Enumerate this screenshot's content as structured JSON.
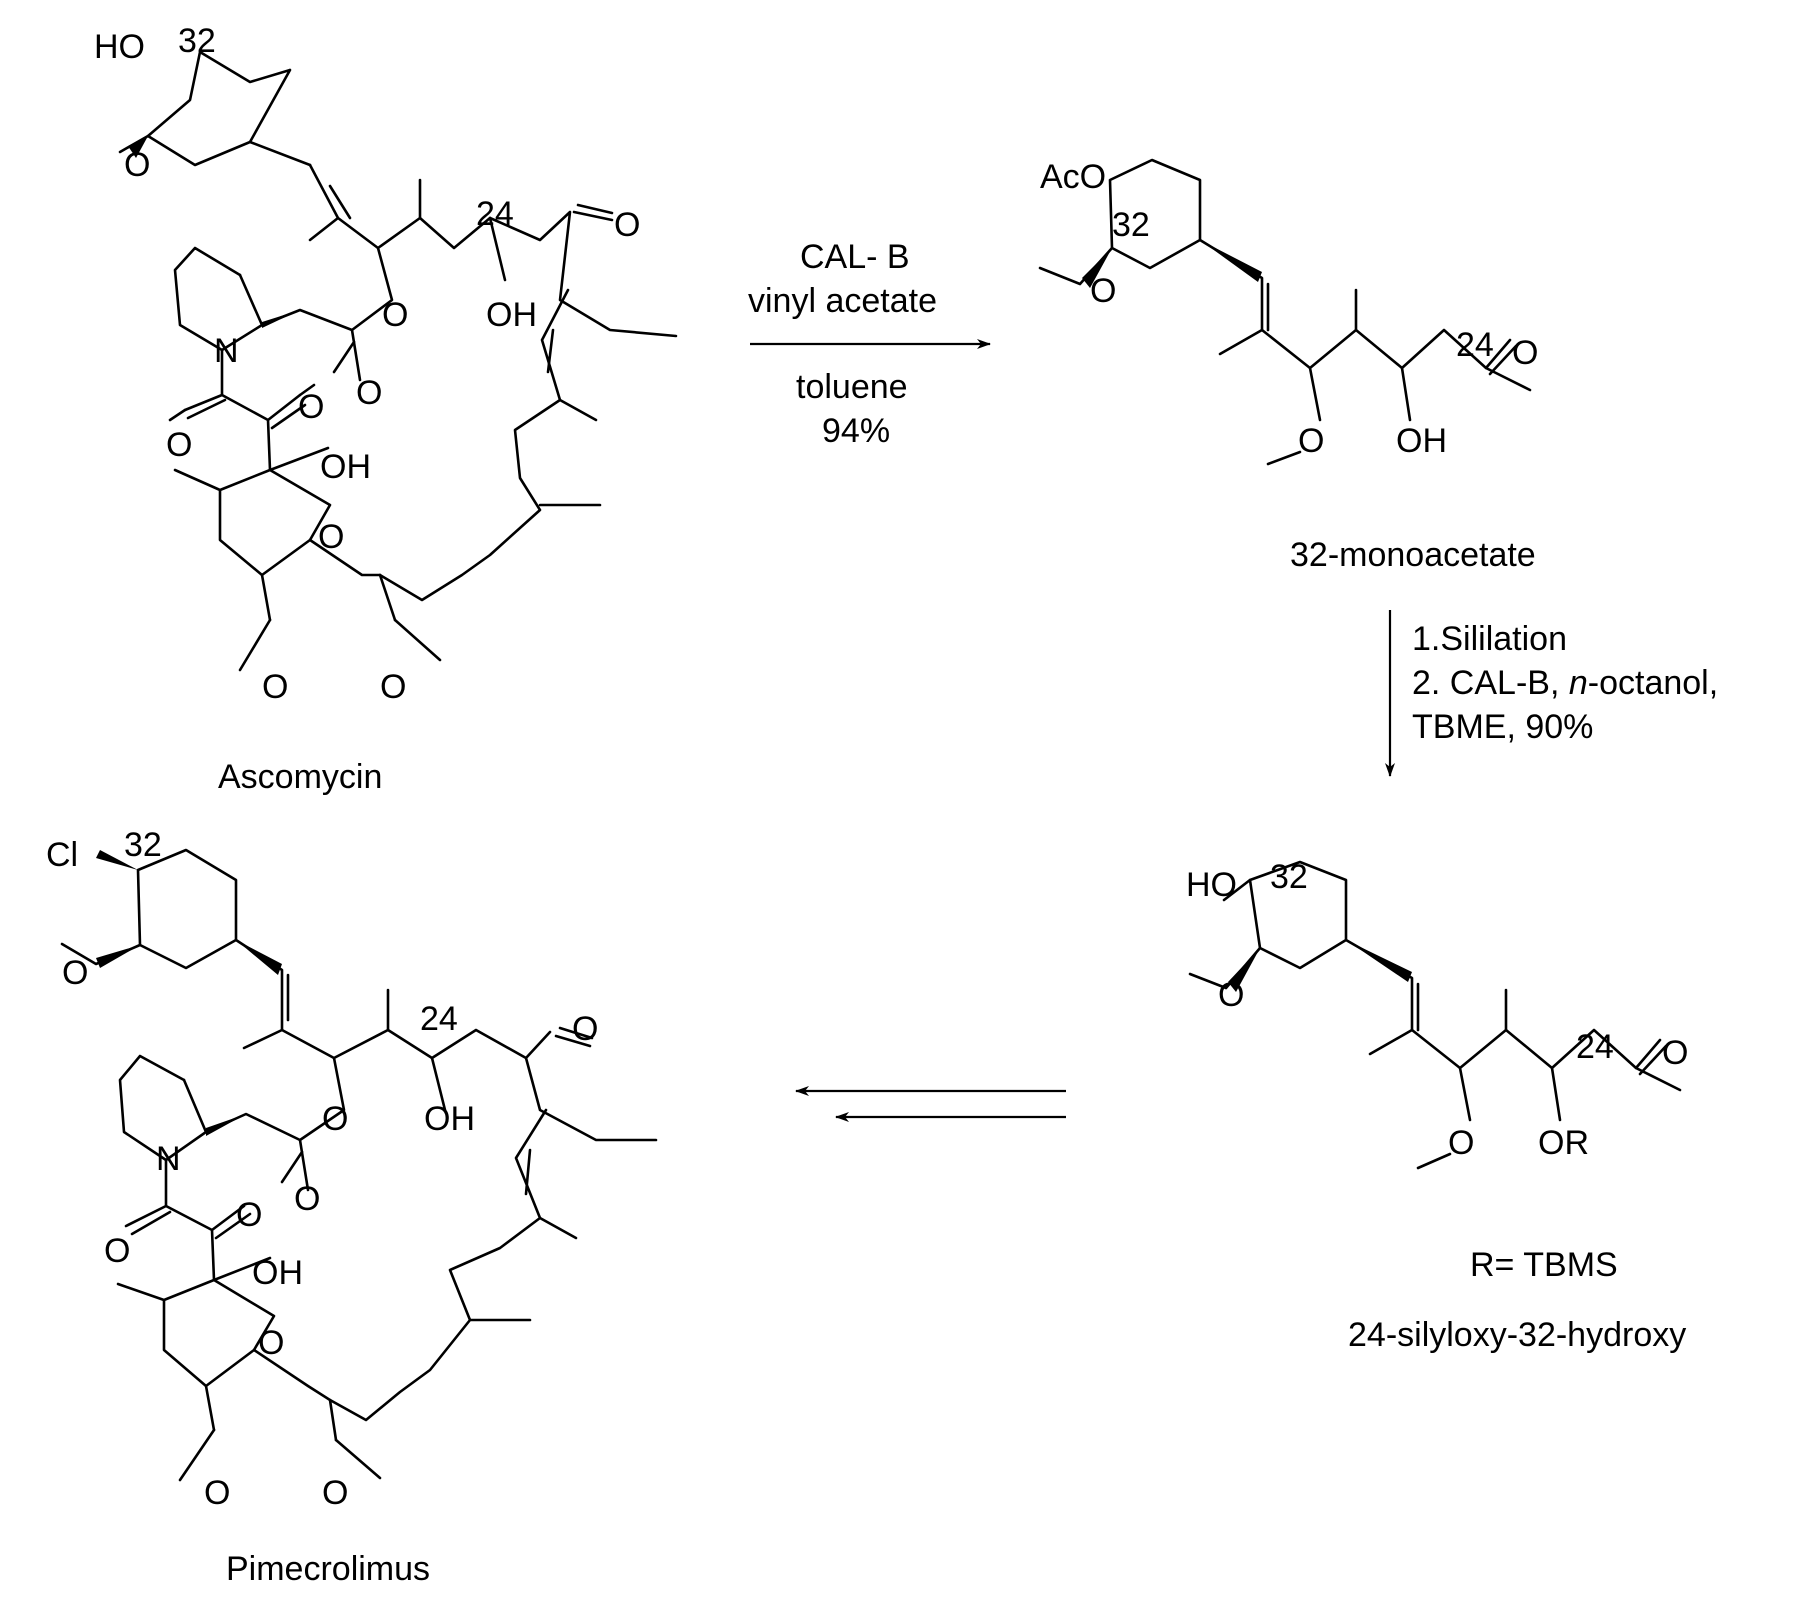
{
  "compounds": {
    "ascomycin": {
      "name": "Ascomycin",
      "atoms": {
        "ho32": "HO",
        "n32": "32",
        "n24": "24",
        "o_ketone": "O",
        "o_ester": "O",
        "oh24": "OH",
        "n": "N",
        "o_carbonyl1": "O",
        "o_amide": "O",
        "o_keto2": "O",
        "oh_hemi": "OH",
        "o_ring": "O",
        "o_meo1": "O",
        "o_meo2": "O",
        "o_meo3": "O"
      }
    },
    "monoacetate": {
      "name": "32-monoacetate",
      "atoms": {
        "aco": "AcO",
        "n32": "32",
        "n24": "24",
        "o_meo": "O",
        "o_ketone": "O",
        "o_ether": "O",
        "oh24": "OH"
      }
    },
    "silyloxy": {
      "r_def": "R= TBMS",
      "name": "24-silyloxy-32-hydroxy",
      "atoms": {
        "ho32": "HO",
        "n32": "32",
        "n24": "24",
        "o_meo": "O",
        "o_ketone": "O",
        "o_ether": "O",
        "or24": "OR"
      }
    },
    "pimecrolimus": {
      "name": "Pimecrolimus",
      "atoms": {
        "cl": "Cl",
        "n32": "32",
        "n24": "24",
        "o_meo1": "O",
        "o_ketone": "O",
        "o_ester": "O",
        "oh24": "OH",
        "n": "N",
        "o_carbonyl1": "O",
        "o_amide": "O",
        "o_keto2": "O",
        "oh_hemi": "OH",
        "o_ring": "O",
        "o_meo2": "O",
        "o_meo3": "O"
      }
    }
  },
  "reactions": {
    "step1": {
      "line1": "CAL- B",
      "line2": "vinyl acetate",
      "line3": "toluene",
      "line4": "94%"
    },
    "step2": {
      "line1": "1.Sililation",
      "line2_prefix": "2. CAL-B, ",
      "line2_italic": "n",
      "line2_suffix": "-octanol,",
      "line3": "TBME, 90%"
    }
  }
}
